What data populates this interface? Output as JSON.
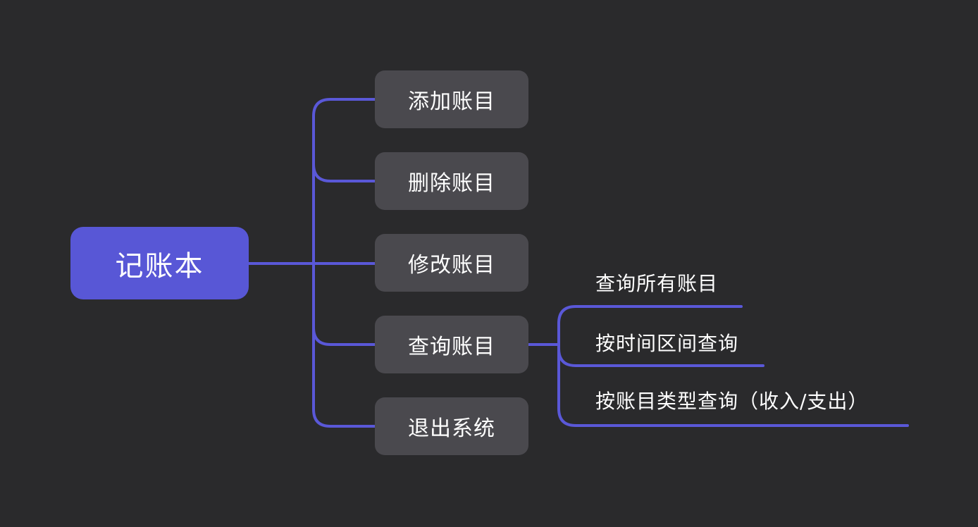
{
  "canvas": {
    "background_color": "#2a2a2c",
    "line_color": "#5a58d8",
    "root_node_color": "#5857d6",
    "child_node_color": "#4a494e",
    "text_color": "#ffffff"
  },
  "mindmap": {
    "root": {
      "label": "记账本"
    },
    "children": [
      {
        "label": "添加账目"
      },
      {
        "label": "删除账目"
      },
      {
        "label": "修改账目"
      },
      {
        "label": "查询账目",
        "children": [
          {
            "label": "查询所有账目"
          },
          {
            "label": "按时间区间查询"
          },
          {
            "label": "按账目类型查询（收入/支出）"
          }
        ]
      },
      {
        "label": "退出系统"
      }
    ]
  }
}
